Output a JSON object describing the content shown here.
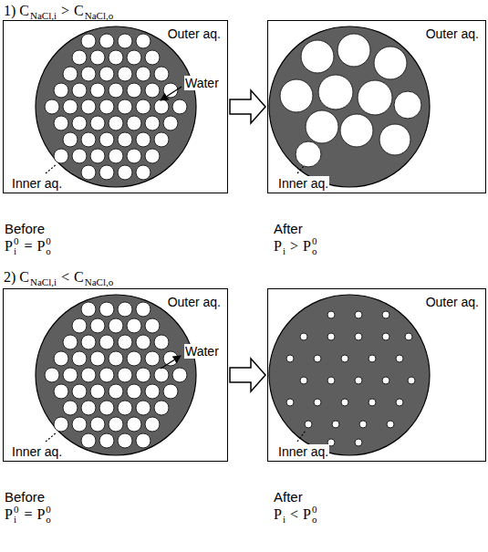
{
  "diagram": {
    "nodes": [
      {
        "text": [
          "Outer aq.",
          "Water",
          "Inner aq."
        ]
      },
      {
        "text": [
          "Outer aq.",
          "Inner aq."
        ]
      },
      {
        "text": [
          "Outer aq.",
          "Water",
          "Inner aq."
        ]
      },
      {
        "text": [
          "Outer aq.",
          "Inner aq."
        ]
      }
    ],
    "edges": [
      {
        "from": 0,
        "to": 1,
        "arrow": "to"
      },
      {
        "from": 2,
        "to": 3,
        "arrow": "to"
      }
    ],
    "labels": [
      "1) C",
      "NaCl,i",
      ">",
      "C",
      "NaCl,o",
      "Before",
      "P",
      "i",
      "0",
      "=",
      "P",
      "o",
      "0",
      "After",
      "P",
      "i",
      ">",
      "P",
      "o",
      "0",
      "2) C",
      "NaCl,i",
      "<",
      "C",
      "NaCl,o",
      "Before",
      "P",
      "i",
      "0",
      "=",
      "P",
      "o",
      "0",
      "After",
      "P",
      "i",
      "<",
      "P",
      "o",
      "0"
    ]
  }
}
